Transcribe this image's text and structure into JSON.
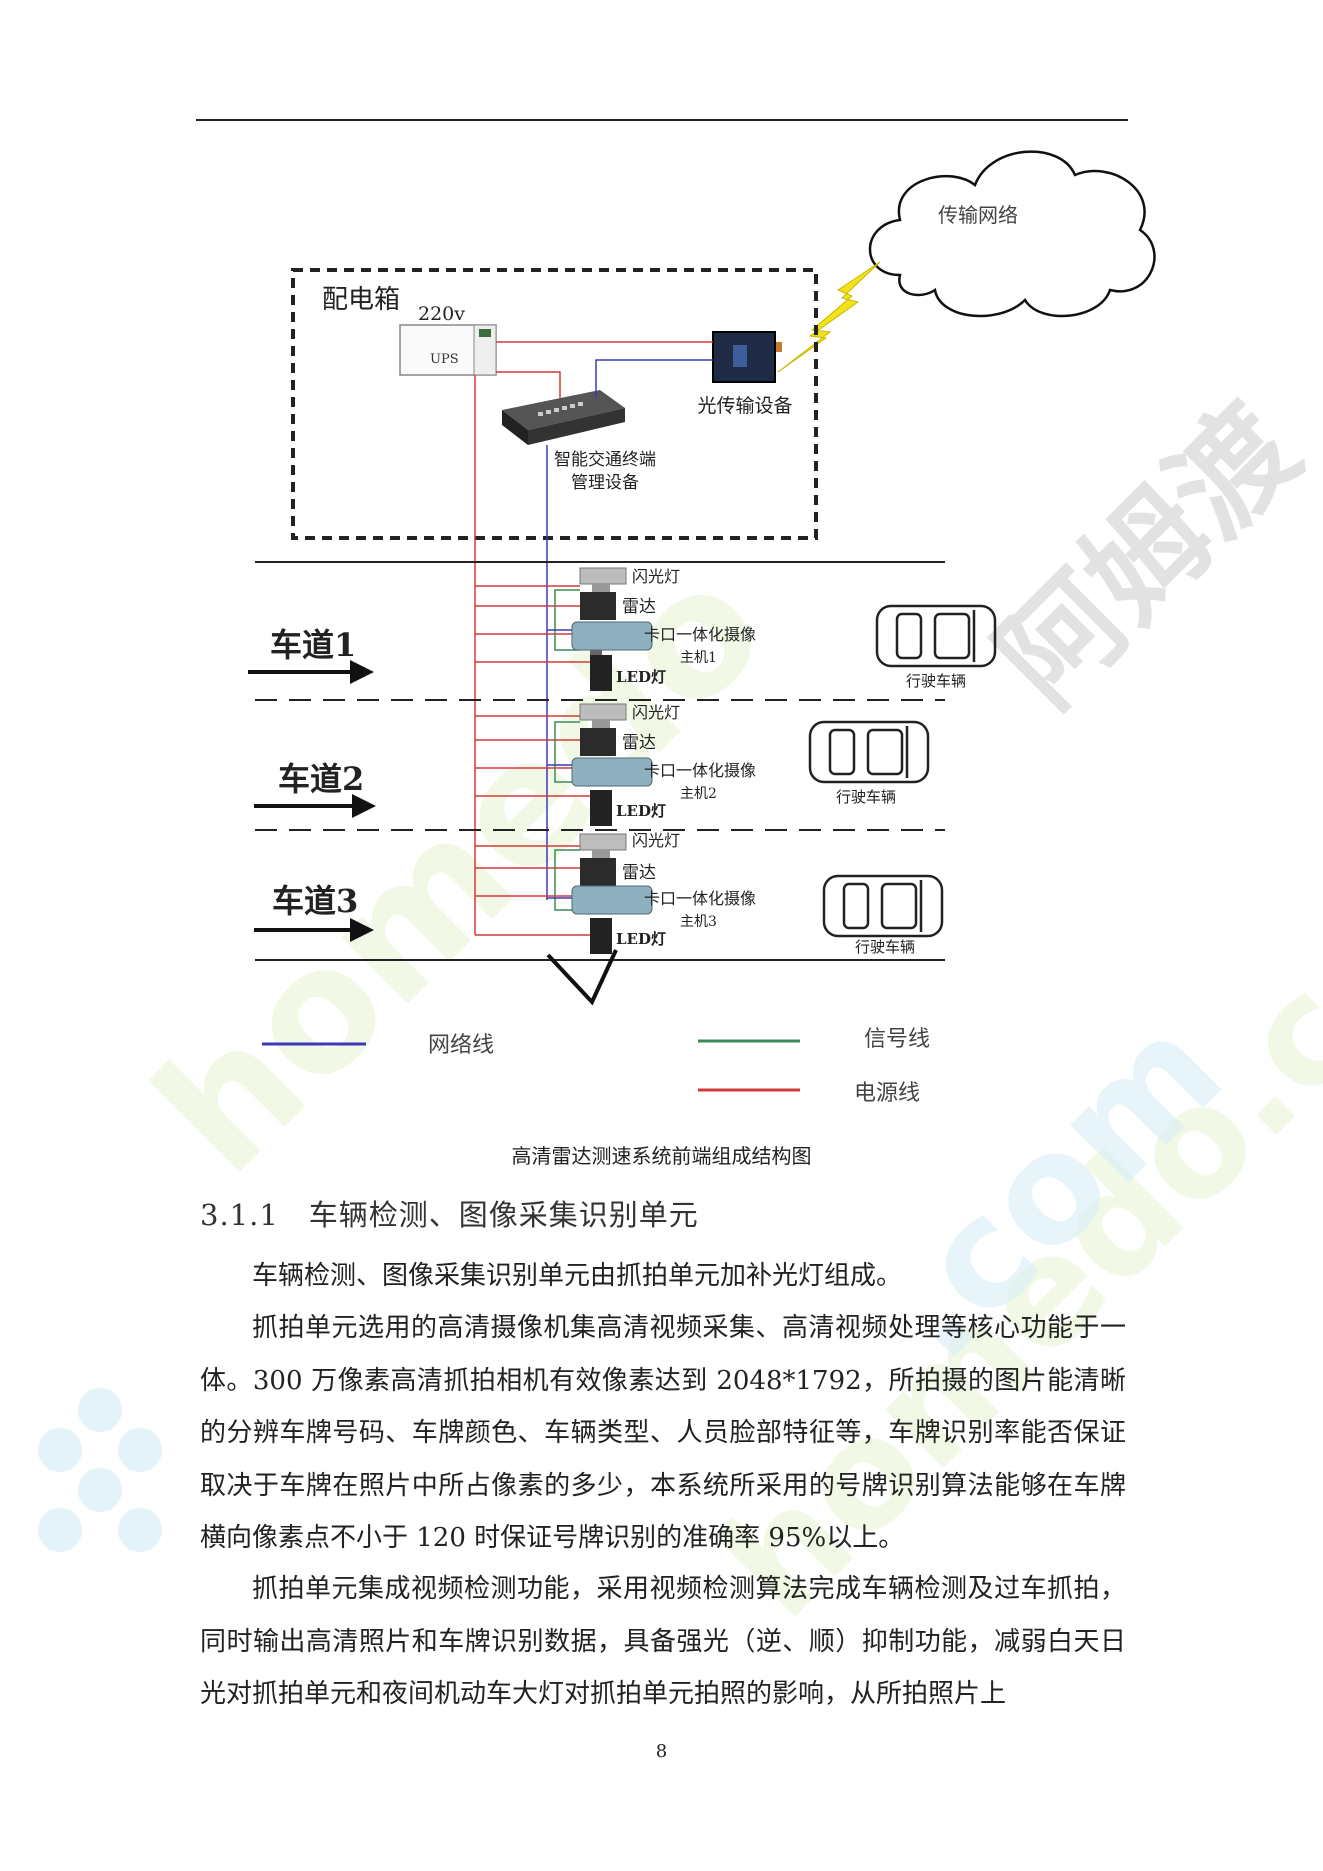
{
  "figure": {
    "distribution_box_label": "配电箱",
    "voltage_label": "220v",
    "ups_label": "UPS",
    "network_cloud_label": "传输网络",
    "optical_device_label": "光传输设备",
    "terminal_label_line1": "智能交通终端",
    "terminal_label_line2": "管理设备",
    "lanes": [
      {
        "name": "车道1",
        "flash": "闪光灯",
        "radar": "雷达",
        "camera_line1": "卡口一体化摄像",
        "camera_line2": "主机1",
        "led": "LED灯",
        "vehicle": "行驶车辆"
      },
      {
        "name": "车道2",
        "flash": "闪光灯",
        "radar": "雷达",
        "camera_line1": "卡口一体化摄像",
        "camera_line2": "主机2",
        "led": "LED灯",
        "vehicle": "行驶车辆"
      },
      {
        "name": "车道3",
        "flash": "闪光灯",
        "radar": "雷达",
        "camera_line1": "卡口一体化摄像",
        "camera_line2": "主机3",
        "led": "LED灯",
        "vehicle": "行驶车辆"
      }
    ],
    "legend": {
      "network": "网络线",
      "signal": "信号线",
      "power": "电源线"
    },
    "colors": {
      "network": "#3a3ab8",
      "signal": "#3a8a5a",
      "power": "#d33a3a",
      "lightning": "#f2e21a"
    }
  },
  "caption": "高清雷达测速系统前端组成结构图",
  "section": {
    "number": "3.1.1",
    "title": "车辆检测、图像采集识别单元"
  },
  "paragraphs": [
    "车辆检测、图像采集识别单元由抓拍单元加补光灯组成。",
    "抓拍单元选用的高清摄像机集高清视频采集、高清视频处理等核心功能于一体。300 万像素高清抓拍相机有效像素达到 2048*1792，所拍摄的图片能清晰的分辨车牌号码、车牌颜色、车辆类型、人员脸部特征等，车牌识别率能否保证取决于车牌在照片中所占像素的多少，本系统所采用的号牌识别算法能够在车牌横向像素点不小于 120 时保证号牌识别的准确率 95%以上。",
    "抓拍单元集成视频检测功能，采用视频检测算法完成车辆检测及过车抓拍，同时输出高清照片和车牌识别数据，具备强光（逆、顺）抑制功能，减弱白天日光对抓拍单元和夜间机动车大灯对抓拍单元拍照的影响，从所拍照片上"
  ],
  "page_number": "8",
  "watermark_text": "homedo.com 阿姆渡"
}
